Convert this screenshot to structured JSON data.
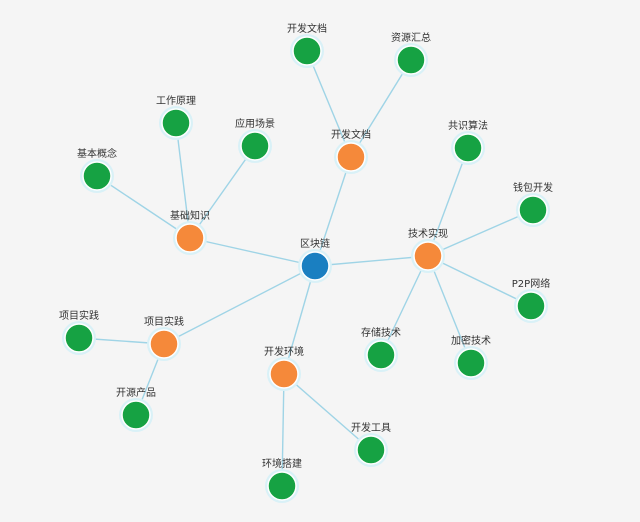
{
  "colors": {
    "root": "#1a7fc1",
    "category": "#f5893a",
    "leaf": "#16a243",
    "link": "#9fd4e6",
    "halo": "#d9f1f7"
  },
  "diagram": {
    "nodes": [
      {
        "id": "root",
        "label": "区块链",
        "type": "root"
      },
      {
        "id": "basics",
        "label": "基础知识",
        "type": "category"
      },
      {
        "id": "devdocs",
        "label": "开发文档",
        "type": "category"
      },
      {
        "id": "tech",
        "label": "技术实现",
        "type": "category"
      },
      {
        "id": "practice",
        "label": "项目实践",
        "type": "category"
      },
      {
        "id": "devenv",
        "label": "开发环境",
        "type": "category"
      },
      {
        "id": "concepts",
        "label": "基本概念",
        "type": "leaf"
      },
      {
        "id": "principle",
        "label": "工作原理",
        "type": "leaf"
      },
      {
        "id": "scenarios",
        "label": "应用场景",
        "type": "leaf"
      },
      {
        "id": "devdocs_leaf",
        "label": "开发文档",
        "type": "leaf"
      },
      {
        "id": "resources",
        "label": "资源汇总",
        "type": "leaf"
      },
      {
        "id": "consensus",
        "label": "共识算法",
        "type": "leaf"
      },
      {
        "id": "wallet",
        "label": "钱包开发",
        "type": "leaf"
      },
      {
        "id": "p2p",
        "label": "P2P网络",
        "type": "leaf"
      },
      {
        "id": "crypto",
        "label": "加密技术",
        "type": "leaf"
      },
      {
        "id": "storage",
        "label": "存储技术",
        "type": "leaf"
      },
      {
        "id": "projects",
        "label": "项目实践",
        "type": "leaf"
      },
      {
        "id": "opensource",
        "label": "开源产品",
        "type": "leaf"
      },
      {
        "id": "tools",
        "label": "开发工具",
        "type": "leaf"
      },
      {
        "id": "setup",
        "label": "环境搭建",
        "type": "leaf"
      }
    ],
    "links": [
      [
        "root",
        "basics"
      ],
      [
        "root",
        "devdocs"
      ],
      [
        "root",
        "tech"
      ],
      [
        "root",
        "practice"
      ],
      [
        "root",
        "devenv"
      ],
      [
        "basics",
        "concepts"
      ],
      [
        "basics",
        "principle"
      ],
      [
        "basics",
        "scenarios"
      ],
      [
        "devdocs",
        "devdocs_leaf"
      ],
      [
        "devdocs",
        "resources"
      ],
      [
        "tech",
        "consensus"
      ],
      [
        "tech",
        "wallet"
      ],
      [
        "tech",
        "p2p"
      ],
      [
        "tech",
        "crypto"
      ],
      [
        "tech",
        "storage"
      ],
      [
        "practice",
        "projects"
      ],
      [
        "practice",
        "opensource"
      ],
      [
        "devenv",
        "tools"
      ],
      [
        "devenv",
        "setup"
      ]
    ]
  }
}
